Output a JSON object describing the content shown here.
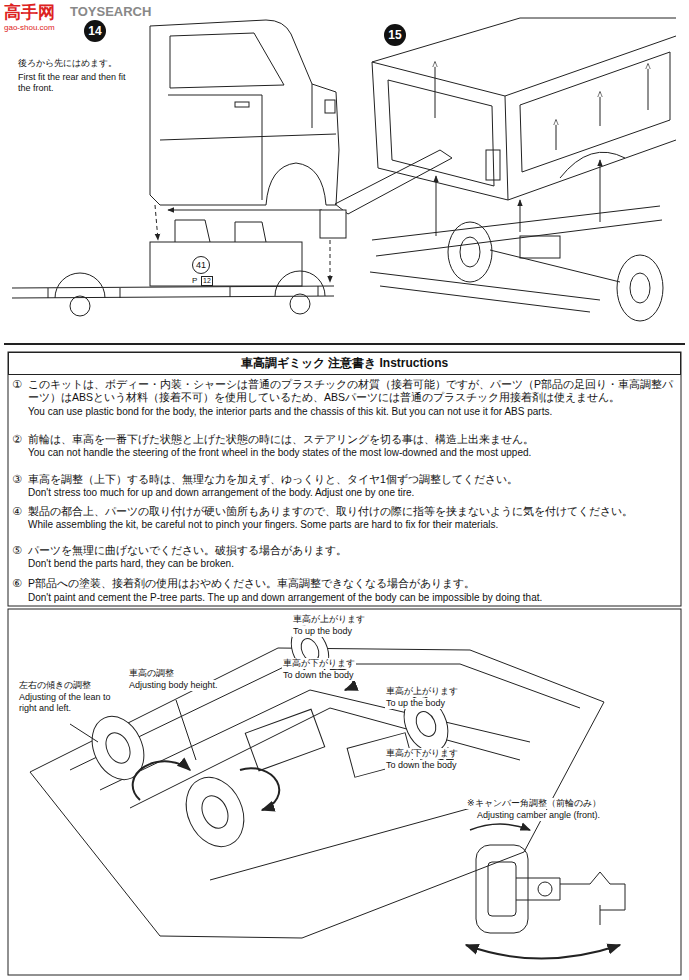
{
  "diagram": {
    "nodes": [
      {
        "text": [
          "車高調ギミック 注意書き Instructions"
        ]
      }
    ],
    "labels": [
      "高手网",
      "TOYSEARCH",
      "gao-shou.com",
      "14",
      "後ろから先にはめます。",
      "First fit the rear and then fit the front.",
      "15",
      "41",
      "P",
      "12",
      "①",
      "このキットは、ボディー・内装・シャーシは普通のプラスチックの材質（接着可能）ですが、パーツ（P部品の足回り・車高調整パーツ）はABSという材料（接着不可）を使用しているため、ABSパーツには普通のプラスチック用接着剤は使えません。",
      "You can use plastic bond for the body, the interior parts and the chassis of this kit. But you can not use it for ABS parts.",
      "②",
      "前輪は、車高を一番下げた状態と上げた状態の時には、ステアリングを切る事は、構造上出来ません。",
      "You can not handle the steering of the front wheel in the body states of the most low-downed and the most upped.",
      "③",
      "車高を調整（上下）する時は、無理な力を加えず、ゆっくりと、タイヤ1個ずつ調整してください。",
      "Don't stress too much for up and down arrangement of the body. Adjust one by one tire.",
      "④",
      "製品の都合上、パーツの取り付けが硬い箇所もありますので、取り付けの際に指等を挟まないように気を付けてください。",
      "While assembling the kit, be careful not to pinch your fingers. Some parts are hard to fix for their materials.",
      "⑤",
      "パーツを無理に曲げないでください。破損する場合があります。",
      "Don't bend the parts hard, they can be broken.",
      "⑥",
      "P部品への塗装、接着剤の使用はおやめください。車高調整できなくなる場合があります。",
      "Don't paint and cement the P-tree parts. The up and down arrangement of the body can be impossible by doing that.",
      "車高が上がります",
      "To up the body",
      "車高の調整",
      "Adjusting body height.",
      "車高が下がります",
      "To down the body",
      "左右の傾きの調整",
      "Adjusting of the lean to right and left.",
      "車高が上がります",
      "To up the body",
      "車高が下がります",
      "To down the body",
      "※キャンバー角調整（前輪のみ）",
      "Adjusting camber angle (front)."
    ]
  }
}
